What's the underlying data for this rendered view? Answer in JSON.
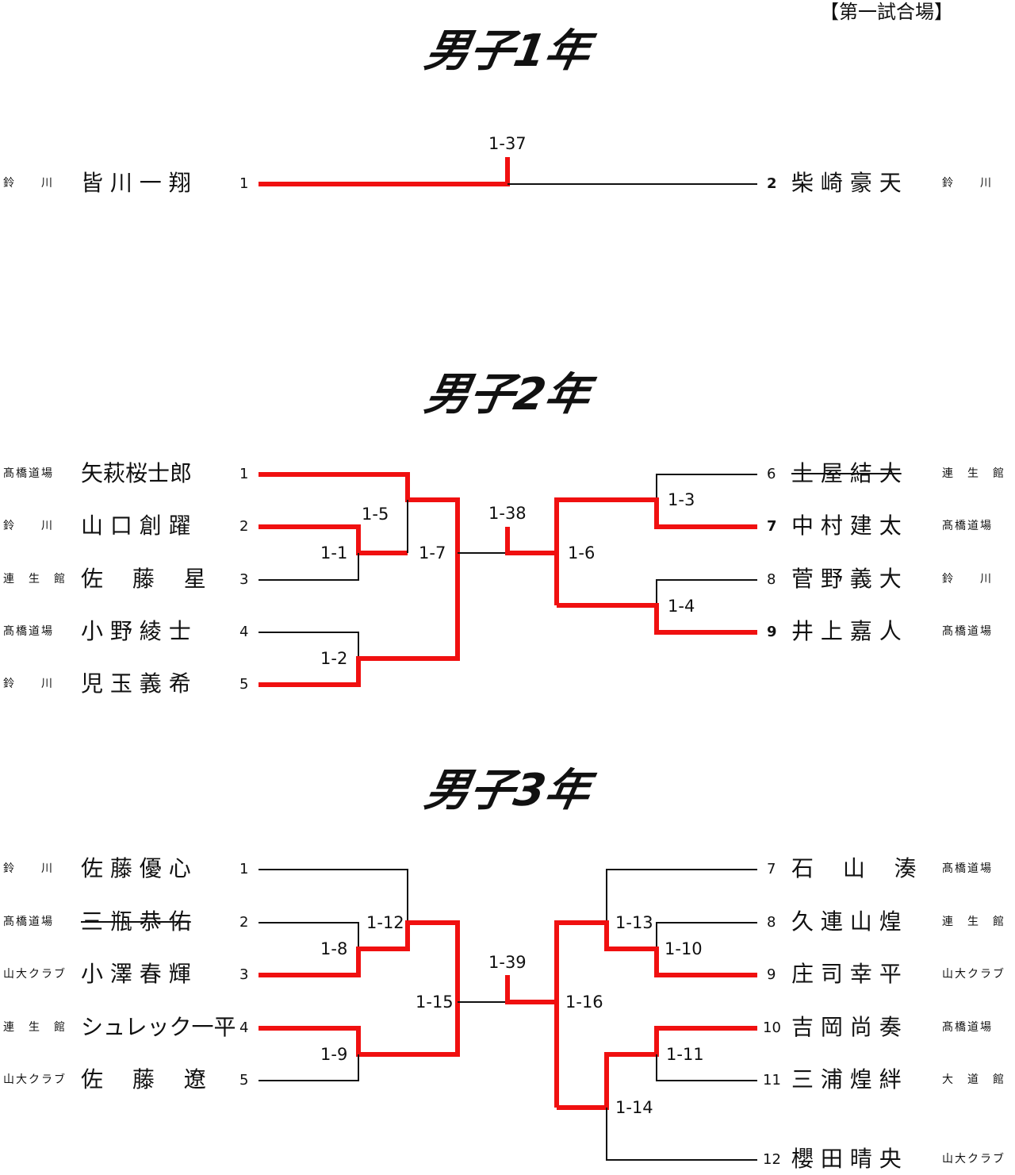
{
  "venue": "【第一試合場】",
  "divisions": [
    {
      "title": "男子1年",
      "match_label": "1-37",
      "left": [
        {
          "seed": "1",
          "name": "皆 川 一 翔",
          "club": "鈴　　川"
        }
      ],
      "right": [
        {
          "seed": "2",
          "name": "柴 崎 豪 天",
          "club": "鈴　　川"
        }
      ]
    },
    {
      "title": "男子2年",
      "matches": [
        "1-1",
        "1-2",
        "1-3",
        "1-4",
        "1-5",
        "1-6",
        "1-7",
        "1-38"
      ],
      "left": [
        {
          "seed": "1",
          "name": "矢萩桜士郎",
          "club": "髙橋道場"
        },
        {
          "seed": "2",
          "name": "山 口 創 躍",
          "club": "鈴　　川"
        },
        {
          "seed": "3",
          "name": "佐　 藤　 星",
          "club": "連　生　館"
        },
        {
          "seed": "4",
          "name": "小 野 綾 士",
          "club": "髙橋道場"
        },
        {
          "seed": "5",
          "name": "児 玉 義 希",
          "club": "鈴　　川"
        }
      ],
      "right": [
        {
          "seed": "6",
          "name": "土 屋 結 大",
          "club": "連　生　館",
          "withdrawn": true
        },
        {
          "seed": "7",
          "name": "中 村 建 太",
          "club": "髙橋道場"
        },
        {
          "seed": "8",
          "name": "菅 野 義 大",
          "club": "鈴　　川"
        },
        {
          "seed": "9",
          "name": "井 上 嘉 人",
          "club": "髙橋道場"
        }
      ]
    },
    {
      "title": "男子3年",
      "matches": [
        "1-8",
        "1-9",
        "1-10",
        "1-11",
        "1-12",
        "1-13",
        "1-14",
        "1-15",
        "1-16",
        "1-39"
      ],
      "left": [
        {
          "seed": "1",
          "name": "佐 藤 優 心",
          "club": "鈴　　川"
        },
        {
          "seed": "2",
          "name": "三 瓶 恭 佑",
          "club": "髙橋道場",
          "withdrawn": true
        },
        {
          "seed": "3",
          "name": "小 澤 春 輝",
          "club": "山大クラブ"
        },
        {
          "seed": "4",
          "name": "シュレック一平",
          "club": "連　生　館"
        },
        {
          "seed": "5",
          "name": "佐　 藤　 遼",
          "club": "山大クラブ"
        }
      ],
      "right": [
        {
          "seed": "7",
          "name": "石　 山　 湊",
          "club": "髙橋道場"
        },
        {
          "seed": "8",
          "name": "久 連 山 煌",
          "club": "連　生　館"
        },
        {
          "seed": "9",
          "name": "庄 司 幸 平",
          "club": "山大クラブ"
        },
        {
          "seed": "10",
          "name": "吉 岡 尚 奏",
          "club": "髙橋道場"
        },
        {
          "seed": "11",
          "name": "三 浦 煌 絆",
          "club": "大　道　館"
        },
        {
          "seed": "12",
          "name": "櫻 田 晴 央",
          "club": "山大クラブ"
        }
      ]
    }
  ]
}
